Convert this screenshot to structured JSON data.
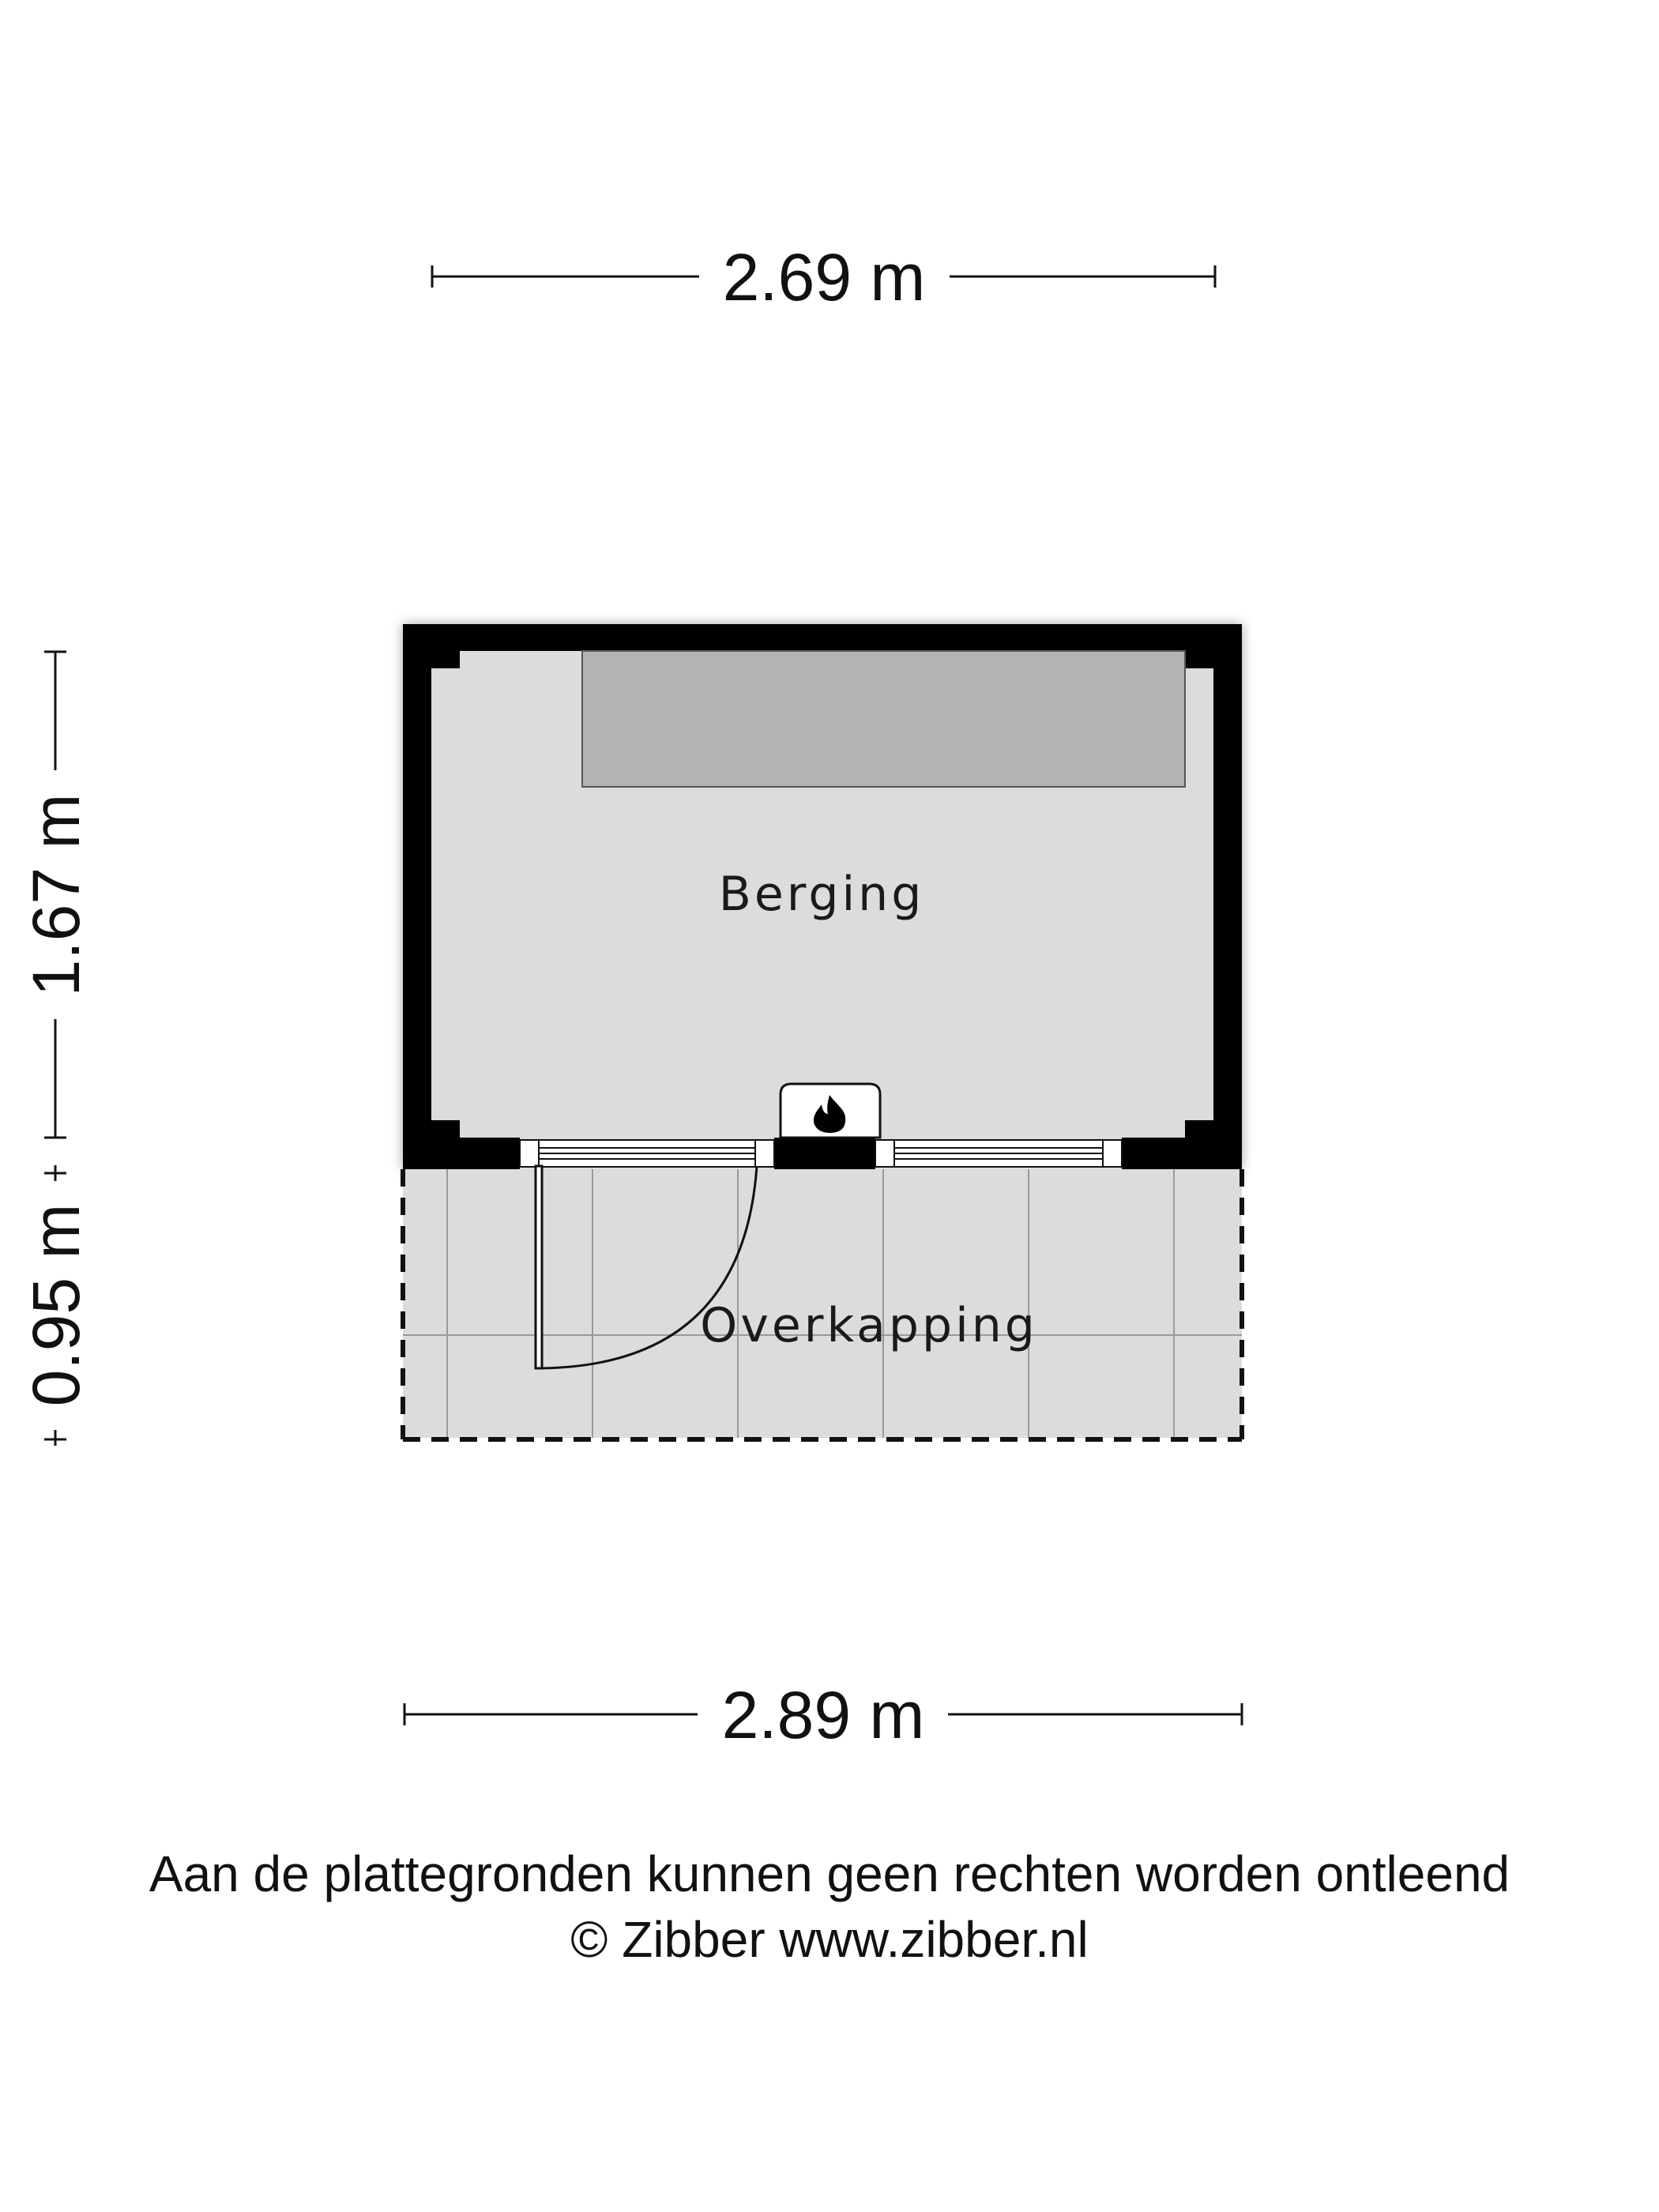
{
  "dimensions": {
    "top_width": "2.69 m",
    "bottom_width": "2.89 m",
    "left_height_berging": "1.67 m",
    "left_height_overkapping": "0.95 m"
  },
  "rooms": {
    "berging": "Berging",
    "overkapping": "Overkapping"
  },
  "symbols": {
    "boiler": "fire-icon"
  },
  "colors": {
    "wall": "#000000",
    "floor": "#dcdcdc",
    "cabinet": "#b3b3b3",
    "outline": "#111111"
  },
  "footer": {
    "disclaimer": "Aan de plattegronden kunnen geen rechten worden ontleend",
    "copyright": "© Zibber www.zibber.nl"
  }
}
